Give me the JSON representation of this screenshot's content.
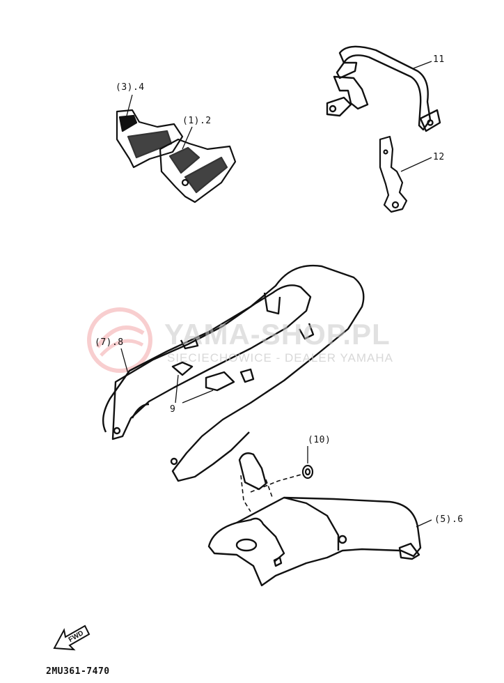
{
  "callouts": {
    "part_3_4": "(3).4",
    "part_1_2": "(1).2",
    "part_11": "11",
    "part_12": "12",
    "part_7_8": "(7).8",
    "part_9": "9",
    "part_10": "(10)",
    "part_5_6": "(5).6"
  },
  "fwd_label": "FWD",
  "doc_code": "2MU361-7470",
  "watermark": {
    "title": "YAMA-SHOP.PL",
    "subtitle": "SIECIECHOWICE - DEALER YAMAHA",
    "color": "#e0262b"
  },
  "colors": {
    "ink": "#111111",
    "paper": "#ffffff"
  }
}
